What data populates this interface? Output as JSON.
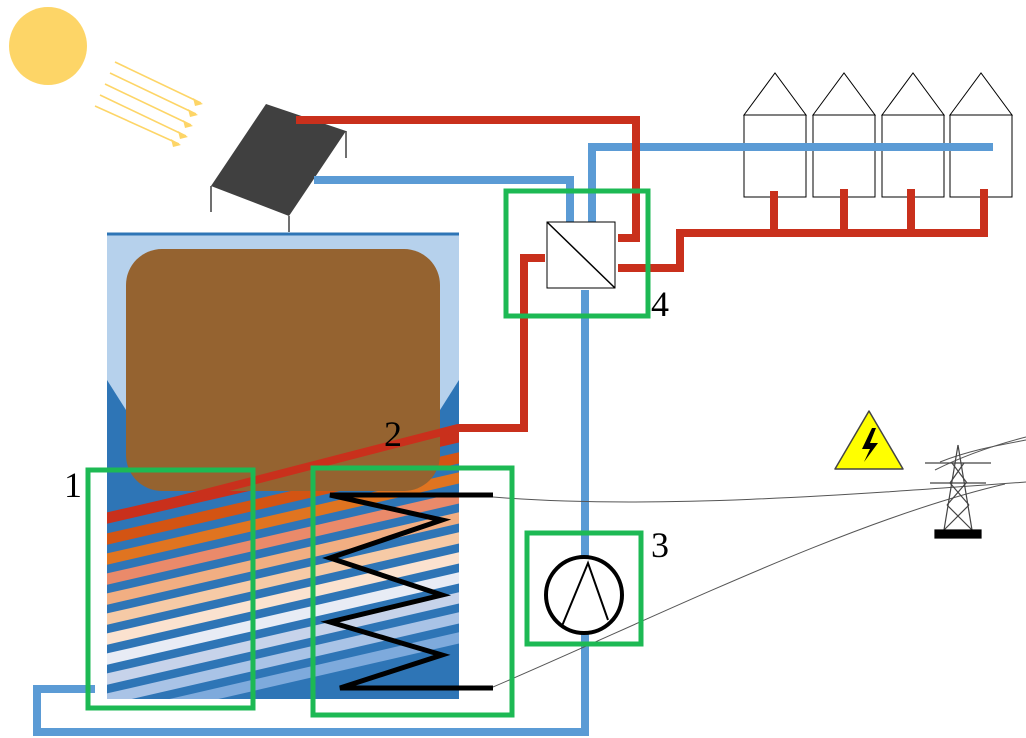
{
  "labels": {
    "hybrid_component": "1",
    "solar_return": "2",
    "heat_pump": "3",
    "heat_exchanger": "4"
  },
  "colors": {
    "hot_pipe": "#c9301c",
    "cold_pipe": "#5b9bd5",
    "highlight_frame": "#1db954",
    "sun": "#fdd567",
    "tank_top": "#b6d1ec",
    "tank_body": "#2e75b6",
    "storage_material": "#956330",
    "collector": "#404040",
    "warning_sign": "#ffff00"
  },
  "stratification_colors": [
    "#c9301c",
    "#d35413",
    "#e07420",
    "#ea8a6a",
    "#f1ae82",
    "#f6caa6",
    "#fbe2cf",
    "#e8ecf5",
    "#c7d3ea",
    "#a9c3e6",
    "#7eaadc"
  ],
  "icons": {
    "sun": "sun-icon",
    "collector": "solar-collector-icon",
    "houses": "house-icon",
    "pump": "heat-pump-icon",
    "exchanger": "heat-exchanger-icon",
    "warning": "high-voltage-warning-icon",
    "pylon": "power-pylon-icon"
  }
}
